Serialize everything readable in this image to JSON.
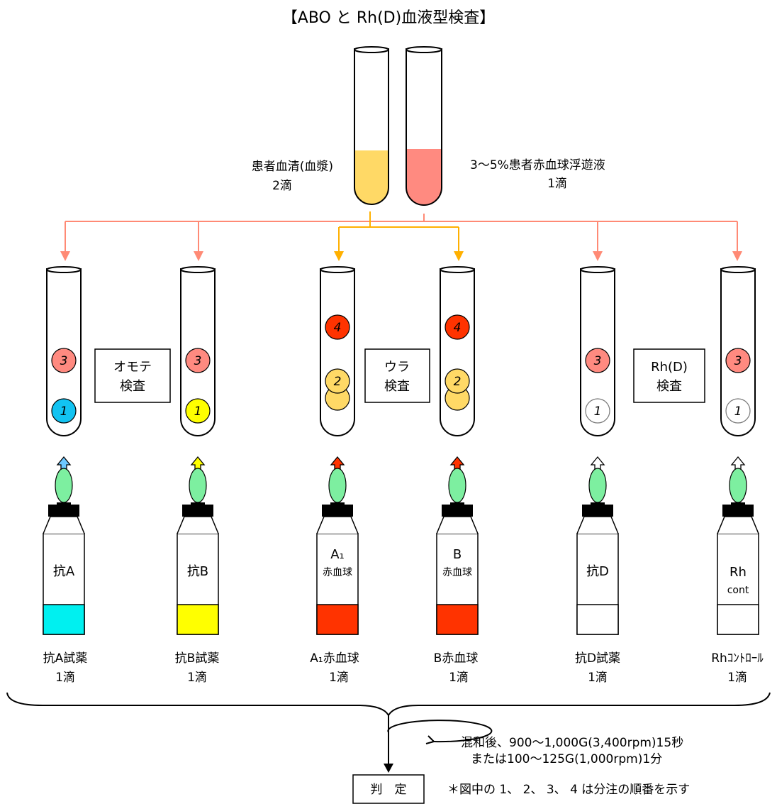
{
  "title": "【ABO と Rh(D)血液型検査】",
  "source_tubes": {
    "serum": {
      "label_line1": "患者血清(血漿)",
      "label_line2": "2滴",
      "color": "#FFD966"
    },
    "rbc": {
      "label_line1": "3～5%患者赤血球浮遊液",
      "label_line2": "1滴",
      "color": "#FF8A80"
    }
  },
  "group_boxes": [
    {
      "line1": "オモテ",
      "line2": "検査"
    },
    {
      "line1": "ウラ",
      "line2": "検査"
    },
    {
      "line1": "Rh(D)",
      "line2": "検査"
    }
  ],
  "tubes": [
    {
      "n1": "1",
      "n2": "3",
      "c1": "#12C3F2",
      "c2": "#FF8A80"
    },
    {
      "n1": "1",
      "n2": "3",
      "c1": "#FFFF00",
      "c2": "#FF8A80"
    },
    {
      "n1": "2",
      "n2": "4",
      "c1": "#FFD966",
      "c2": "#FF3300"
    },
    {
      "n1": "2",
      "n2": "4",
      "c1": "#FFD966",
      "c2": "#FF3300"
    },
    {
      "n1": "1",
      "n2": "3",
      "c1": "#FFFFFF",
      "c2": "#FF8A80"
    },
    {
      "n1": "1",
      "n2": "3",
      "c1": "#FFFFFF",
      "c2": "#FF8A80"
    }
  ],
  "bottles": [
    {
      "label": "抗A",
      "label2": "",
      "fill": "#00F0F0",
      "arrow": "#6EC8FF"
    },
    {
      "label": "抗B",
      "label2": "",
      "fill": "#FFFF00",
      "arrow": "#FFFF00"
    },
    {
      "label": "A₁",
      "label2": "赤血球",
      "fill": "#FF3300",
      "arrow": "#FF3300"
    },
    {
      "label": "B",
      "label2": "赤血球",
      "fill": "#FF3300",
      "arrow": "#FF3300"
    },
    {
      "label": "抗D",
      "label2": "",
      "fill": "#FFFFFF",
      "arrow": "#FFFFFF"
    },
    {
      "label": "Rh",
      "label2": "cont",
      "fill": "#FFFFFF",
      "arrow": "#FFFFFF"
    }
  ],
  "reagents": [
    {
      "name": "抗A試薬",
      "amount": "1滴"
    },
    {
      "name": "抗B試薬",
      "amount": "1滴"
    },
    {
      "name": "A₁赤血球",
      "amount": "1滴"
    },
    {
      "name": "B赤血球",
      "amount": "1滴"
    },
    {
      "name": "抗D試薬",
      "amount": "1滴"
    },
    {
      "name": "Rhｺﾝﾄﾛｰﾙ",
      "amount": "1滴"
    }
  ],
  "process": {
    "line1": "混和後、900～1,000G(3,400rpm)15秒",
    "line2": "または100～125G(1,000rpm)1分"
  },
  "judgement": "判　定",
  "footnote": "＊図中の 1、 2、 3、 4 は分注の順番を示す",
  "colors": {
    "rbc_line": "#FF8A75",
    "serum_line": "#FFB000",
    "dropper": "#7DEFA0"
  }
}
